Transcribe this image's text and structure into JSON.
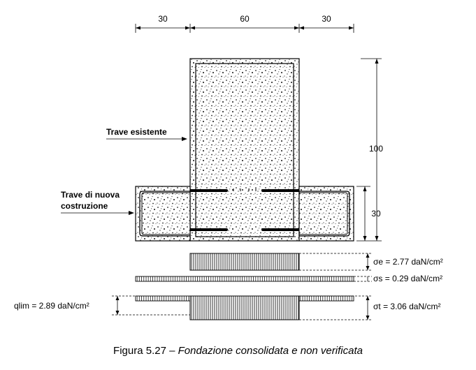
{
  "dimensions": {
    "top_left_width": "30",
    "top_center_width": "60",
    "top_right_width": "30",
    "total_height": "100",
    "new_beam_height": "30"
  },
  "labels": {
    "existing_beam": "Trave esistente",
    "new_beam_line1": "Trave di nuova",
    "new_beam_line2": "costruzione"
  },
  "stresses": {
    "sigma_e": "σe = 2.77 daN/cm²",
    "sigma_s": "σs = 0.29 daN/cm²",
    "sigma_t": "σt = 3.06 daN/cm²",
    "q_lim": "qlim = 2.89 daN/cm²"
  },
  "caption": {
    "prefix": "Figura 5.27 – ",
    "title": "Fondazione consolidata e non verificata"
  }
}
